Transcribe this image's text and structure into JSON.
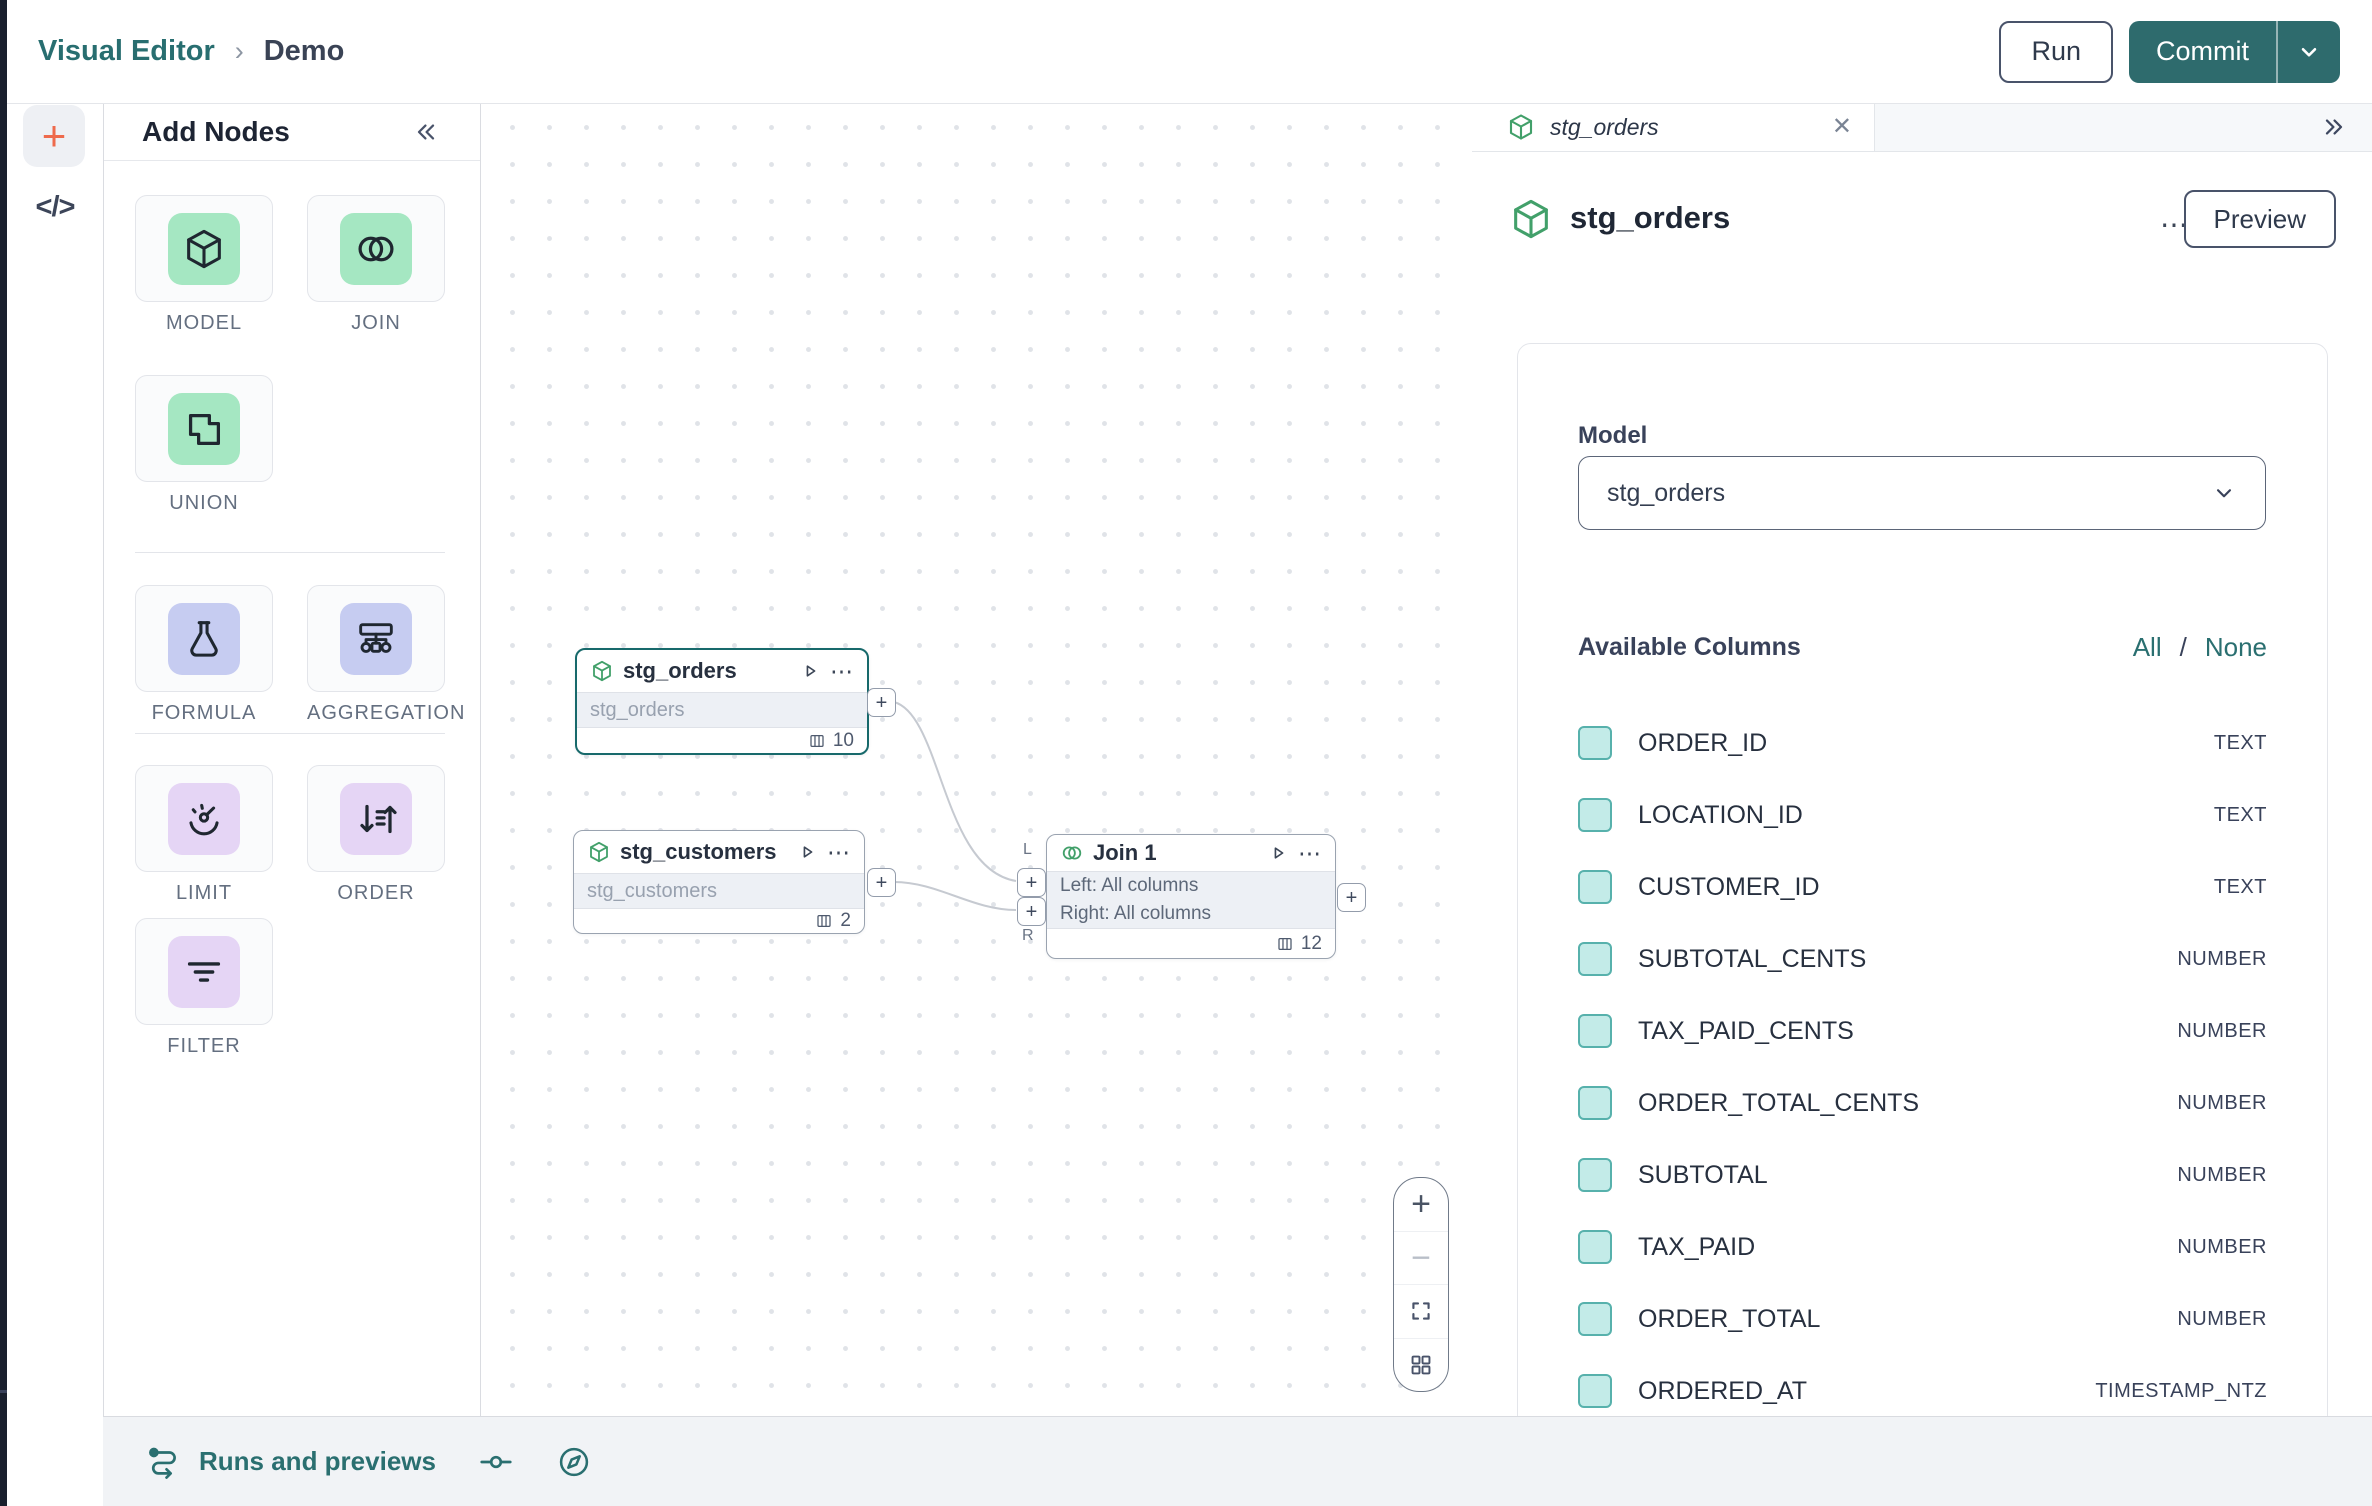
{
  "icons": {
    "plus": "+",
    "minus": "−",
    "more": "⋯",
    "close": "✕",
    "breadcrumb_sep": "›",
    "code": "</>"
  },
  "colors": {
    "brand_teal": "#2a6f70",
    "commit_button": "#2e6b6d",
    "selected_node_border": "#17696b",
    "green_tile": "#a5e7c2",
    "blue_tile": "#c6ccf1",
    "purple_tile": "#e5d5f5",
    "checkbox_fill": "#c3ebe8",
    "checkbox_border": "#57b1ac",
    "rail_plus_orange": "#ee6a4c"
  },
  "topbar": {
    "breadcrumb_app": "Visual Editor",
    "breadcrumb_page": "Demo",
    "run_label": "Run",
    "commit_label": "Commit"
  },
  "add_nodes": {
    "title": "Add Nodes",
    "items": [
      {
        "label": "MODEL",
        "icon": "cube-icon"
      },
      {
        "label": "JOIN",
        "icon": "join-icon"
      },
      {
        "label": "UNION",
        "icon": "union-icon"
      },
      {
        "label": "FORMULA",
        "icon": "flask-icon"
      },
      {
        "label": "AGGREGATION",
        "icon": "aggregation-icon"
      },
      {
        "label": "LIMIT",
        "icon": "gauge-icon"
      },
      {
        "label": "ORDER",
        "icon": "sort-icon"
      },
      {
        "label": "FILTER",
        "icon": "filter-icon"
      }
    ]
  },
  "canvas": {
    "nodes": [
      {
        "title": "stg_orders",
        "subtitle": "stg_orders",
        "column_count": "10"
      },
      {
        "title": "stg_customers",
        "subtitle": "stg_customers",
        "column_count": "2"
      },
      {
        "title": "Join 1",
        "left_config": "Left: All columns",
        "right_config": "Right: All columns",
        "column_count": "12",
        "port_left": "L",
        "port_right": "R"
      }
    ]
  },
  "right_panel": {
    "tab_label": "stg_orders",
    "title": "stg_orders",
    "preview_label": "Preview",
    "model": {
      "label": "Model",
      "value": "stg_orders"
    },
    "columns": {
      "title": "Available Columns",
      "all_label": "All",
      "separator": "/",
      "none_label": "None",
      "items": [
        {
          "name": "ORDER_ID",
          "type": "TEXT",
          "checked": true
        },
        {
          "name": "LOCATION_ID",
          "type": "TEXT",
          "checked": true
        },
        {
          "name": "CUSTOMER_ID",
          "type": "TEXT",
          "checked": true
        },
        {
          "name": "SUBTOTAL_CENTS",
          "type": "NUMBER",
          "checked": true
        },
        {
          "name": "TAX_PAID_CENTS",
          "type": "NUMBER",
          "checked": true
        },
        {
          "name": "ORDER_TOTAL_CENTS",
          "type": "NUMBER",
          "checked": true
        },
        {
          "name": "SUBTOTAL",
          "type": "NUMBER",
          "checked": true
        },
        {
          "name": "TAX_PAID",
          "type": "NUMBER",
          "checked": true
        },
        {
          "name": "ORDER_TOTAL",
          "type": "NUMBER",
          "checked": true
        },
        {
          "name": "ORDERED_AT",
          "type": "TIMESTAMP_NTZ",
          "checked": true
        }
      ]
    }
  },
  "bottom_bar": {
    "runs_label": "Runs and previews"
  }
}
